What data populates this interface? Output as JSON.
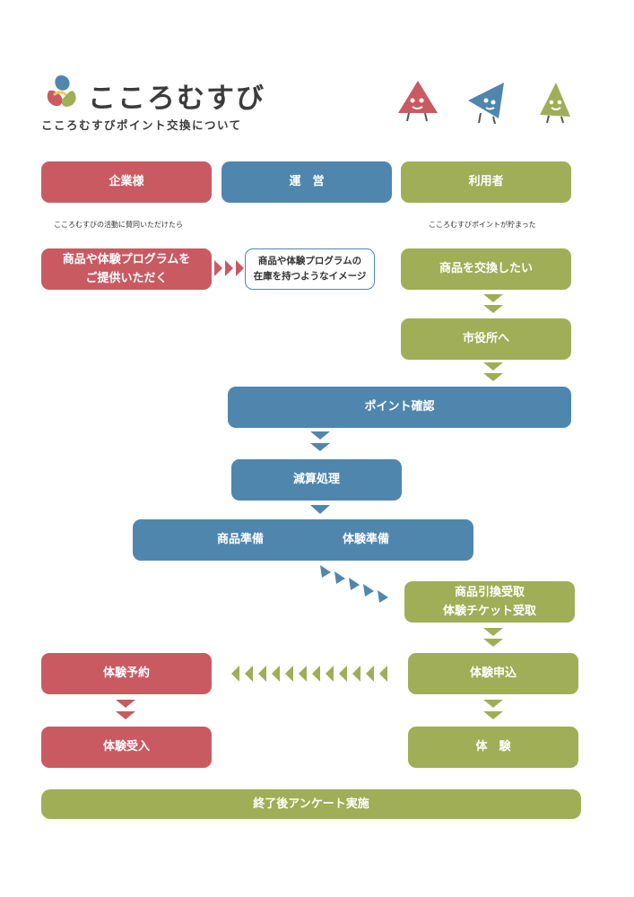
{
  "header": {
    "title": "こころむすび",
    "subtitle": "こころむすびポイント交換について"
  },
  "colors": {
    "company": "#c95a62",
    "operation": "#4f86ad",
    "user": "#9fae57"
  },
  "columns": {
    "company": "企業様",
    "operation": "運　営",
    "user": "利用者"
  },
  "notes": {
    "company": "こころむすびの活動に賛同いただけたら",
    "user": "こころむすびポイントが貯まった"
  },
  "steps": {
    "company_offer_line1": "商品や体験プログラムを",
    "company_offer_line2": "ご提供いただく",
    "stock_line1": "商品や体験プログラムの",
    "stock_line2": "在庫を持つようなイメージ",
    "user_exchange": "商品を交換したい",
    "user_cityhall": "市役所へ",
    "point_check": "ポイント確認",
    "deduction": "減算処理",
    "goods_prep": "商品準備",
    "experience_prep": "体験準備",
    "receive_line1": "商品引換受取",
    "receive_line2": "体験チケット受取",
    "apply": "体験申込",
    "reservation": "体験予約",
    "acceptance": "体験受入",
    "experience": "体　験",
    "survey": "終了後アンケート実施"
  },
  "icons": [
    "logo-icon",
    "red-mascot-icon",
    "blue-mascot-icon",
    "green-mascot-icon"
  ]
}
